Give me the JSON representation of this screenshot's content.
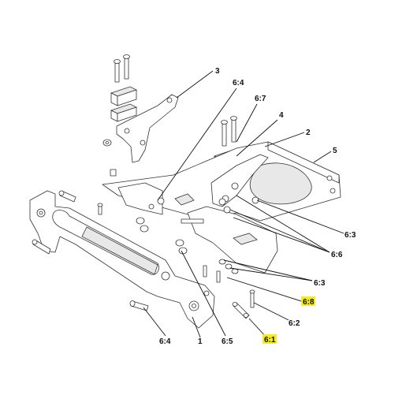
{
  "diagram": {
    "highlight_color": "#f6ec1c",
    "callouts": [
      {
        "id": "c3",
        "text": "3"
      },
      {
        "id": "c6-4a",
        "text": "6:4"
      },
      {
        "id": "c6-7",
        "text": "6:7"
      },
      {
        "id": "c4",
        "text": "4"
      },
      {
        "id": "c2",
        "text": "2"
      },
      {
        "id": "c5",
        "text": "5"
      },
      {
        "id": "c6-3a",
        "text": "6:3"
      },
      {
        "id": "c6-6",
        "text": "6:6"
      },
      {
        "id": "c6-3b",
        "text": "6:3"
      },
      {
        "id": "c6-8",
        "text": "6:8"
      },
      {
        "id": "c6-2",
        "text": "6:2"
      },
      {
        "id": "c6-1",
        "text": "6:1"
      },
      {
        "id": "c6-4b",
        "text": "6:4"
      },
      {
        "id": "c1",
        "text": "1"
      },
      {
        "id": "c6-5",
        "text": "6:5"
      }
    ]
  }
}
